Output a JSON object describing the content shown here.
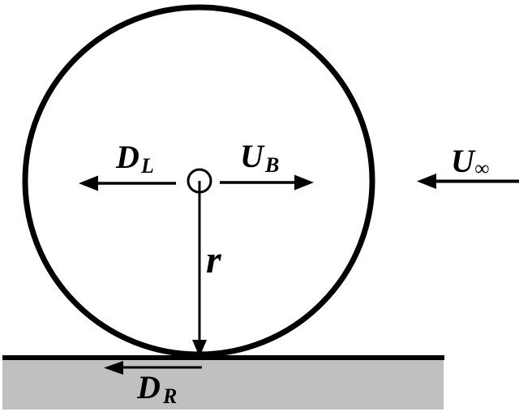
{
  "labels": {
    "d_l": {
      "main": "D",
      "sub": "L"
    },
    "u_b": {
      "main": "U",
      "sub": "B"
    },
    "u_inf": {
      "main": "U",
      "sub": "∞"
    },
    "r": {
      "main": "r"
    },
    "d_r": {
      "main": "D",
      "sub": "R"
    }
  },
  "colors": {
    "line": "#000000",
    "wall_fill": "#c0c0c0",
    "background": "#ffffff"
  }
}
